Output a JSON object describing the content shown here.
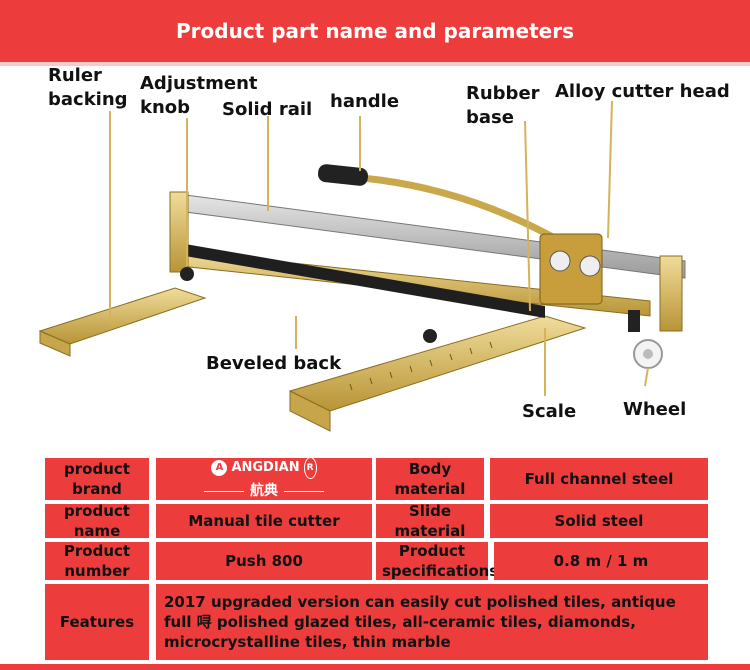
{
  "header": {
    "title": "Product part name and parameters"
  },
  "labels": {
    "ruler_backing": "Ruler backing",
    "adjustment_knob": "Adjustment knob",
    "solid_rail": "Solid rail",
    "handle": "handle",
    "rubber_base": "Rubber base",
    "alloy_cutter_head": "Alloy cutter head",
    "beveled_back": "Beveled back",
    "scale": "Scale",
    "wheel": "Wheel"
  },
  "colors": {
    "accent": "#ec3c3c",
    "frame": "#d9b85a",
    "rail": "#222222"
  },
  "table": {
    "brand_label": "product brand",
    "brand_name": "ANGDIAN",
    "brand_cn": "航典",
    "body_material_label": "Body material",
    "body_material_value": "Full channel steel",
    "product_name_label": "product name",
    "product_name_value": "Manual tile cutter",
    "slide_material_label": "Slide material",
    "slide_material_value": "Solid steel",
    "product_number_label": "Product number",
    "product_number_value": "Push 800",
    "specs_label": "Product specifications",
    "specs_value": "0.8 m / 1 m",
    "features_label": "Features",
    "features_value": "2017 upgraded version can easily cut polished tiles, antique full 㖊 polished glazed tiles, all-ceramic tiles, diamonds, microcrystalline tiles, thin marble"
  }
}
